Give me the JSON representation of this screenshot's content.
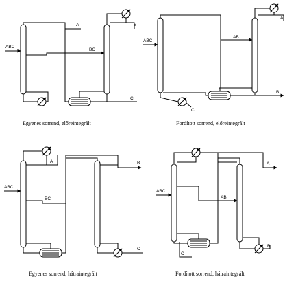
{
  "panels": [
    {
      "caption": "Egyenes sorrend, előreintegrált",
      "labels": {
        "feed": "ABC",
        "top_product": "A",
        "mid_stream": "BC",
        "side_product": "B",
        "bottom_product": "C"
      }
    },
    {
      "caption": "Fordított sorrend, előreintegrált",
      "labels": {
        "feed": "ABC",
        "top_product": "A",
        "mid_stream": "AB",
        "side_product": "B",
        "bottom_product": "C"
      }
    },
    {
      "caption": "Egyenes sorrend, hátraintegrált",
      "labels": {
        "feed": "ABC",
        "top_product": "A",
        "mid_stream": "BC",
        "side_product": "B",
        "bottom_product": "C"
      }
    },
    {
      "caption": "Fordított sorrend, hátraintegrált",
      "labels": {
        "feed": "ABC",
        "top_product": "A",
        "mid_stream": "AB",
        "side_product": "B",
        "bottom_product": "C"
      }
    }
  ]
}
